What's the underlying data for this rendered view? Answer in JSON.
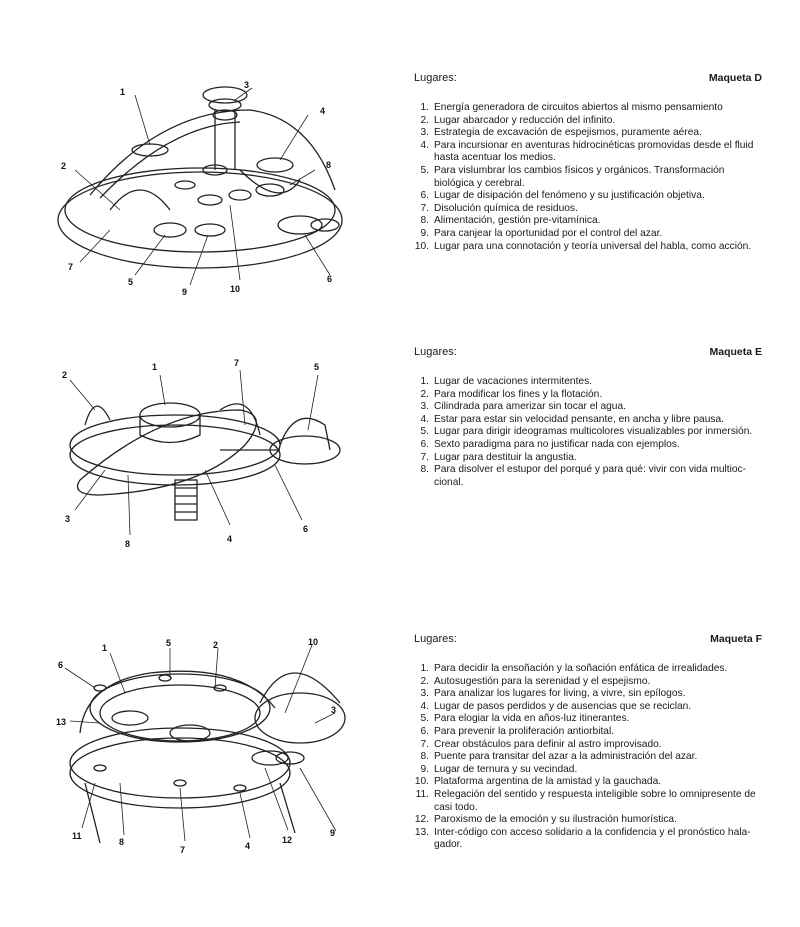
{
  "sections": [
    {
      "lugares_label": "Lugares:",
      "maqueta_label": "Maqueta D",
      "figure_labels": [
        "1",
        "2",
        "3",
        "4",
        "5",
        "6",
        "7",
        "8",
        "9",
        "10"
      ],
      "items": [
        {
          "n": "1.",
          "text": "Energía generadora de circuitos abiertos al mismo pensamiento"
        },
        {
          "n": "2.",
          "text": "Lugar abarcador y reducción del infinito."
        },
        {
          "n": "3.",
          "text": "Estrategia de excavación de espejismos, puramente aérea."
        },
        {
          "n": "4.",
          "text": "Para incursionar en aventuras hidrocinéticas promovidas desde el fluid hasta acentuar los medios."
        },
        {
          "n": "5.",
          "text": "Para vislumbrar los cambios físicos y orgánicos. Transformación biológica y cerebral."
        },
        {
          "n": "6.",
          "text": "Lugar de disipación del fenómeno y su justificación objetiva."
        },
        {
          "n": "7.",
          "text": "Disolución química de residuos."
        },
        {
          "n": "8.",
          "text": "Alimentación, gestión pre-vitamínica."
        },
        {
          "n": "9.",
          "text": "Para canjear la oportunidad por el control del azar."
        },
        {
          "n": "10.",
          "text": "Lugar para una connotación y teoría universal del habla, como acción."
        }
      ]
    },
    {
      "lugares_label": "Lugares:",
      "maqueta_label": "Maqueta E",
      "figure_labels": [
        "1",
        "2",
        "3",
        "4",
        "5",
        "6",
        "7",
        "8"
      ],
      "items": [
        {
          "n": "1.",
          "text": "Lugar de vacaciones intermitentes."
        },
        {
          "n": "2.",
          "text": "Para modificar los fines y la flotación."
        },
        {
          "n": "3.",
          "text": "Cilindrada para amerizar sin tocar el agua."
        },
        {
          "n": "4.",
          "text": "Estar para estar sin velocidad pensante, en ancha y libre pausa."
        },
        {
          "n": "5.",
          "text": "Lugar para dirigir ideogramas multicolores visualizables por inmersión."
        },
        {
          "n": "6.",
          "text": "Sexto paradigma para no justificar nada con ejemplos."
        },
        {
          "n": "7.",
          "text": "Lugar para destituir la angustia."
        },
        {
          "n": "8.",
          "text": "Para disolver el estupor del porqué y para qué: vivir con vida multioc-cional."
        }
      ]
    },
    {
      "lugares_label": "Lugares:",
      "maqueta_label": "Maqueta F",
      "figure_labels": [
        "1",
        "2",
        "3",
        "4",
        "5",
        "6",
        "7",
        "8",
        "9",
        "10",
        "11",
        "12",
        "13"
      ],
      "items": [
        {
          "n": "1.",
          "text": "Para decidir la ensoñación y la soñación enfática de irrealidades."
        },
        {
          "n": "2.",
          "text": "Autosugestión para la serenidad y el espejismo."
        },
        {
          "n": "3.",
          "text": "Para analizar los lugares for living, a vivre, sin epílogos."
        },
        {
          "n": "4.",
          "text": "Lugar de pasos perdidos y de ausencias que se reciclan."
        },
        {
          "n": "5.",
          "text": "Para elogiar la vida en años-luz itinerantes."
        },
        {
          "n": "6.",
          "text": "Para prevenir la proliferación antiorbital."
        },
        {
          "n": "7.",
          "text": "Crear obstáculos para definir al astro improvisado."
        },
        {
          "n": "8.",
          "text": "Puente para transitar del azar a la administración del azar."
        },
        {
          "n": "9.",
          "text": "Lugar de ternura y su vecindad."
        },
        {
          "n": "10.",
          "text": "Plataforma argentina de la amistad y la gauchada."
        },
        {
          "n": "11.",
          "text": "Relegación del sentido y respuesta inteligible sobre lo omnipresente de casi todo."
        },
        {
          "n": "12.",
          "text": "Paroxismo de la emoción y su ilustración humorística."
        },
        {
          "n": "13.",
          "text": "Inter-código con acceso solidario a la confidencia y el pronóstico hala-gador."
        }
      ]
    }
  ]
}
